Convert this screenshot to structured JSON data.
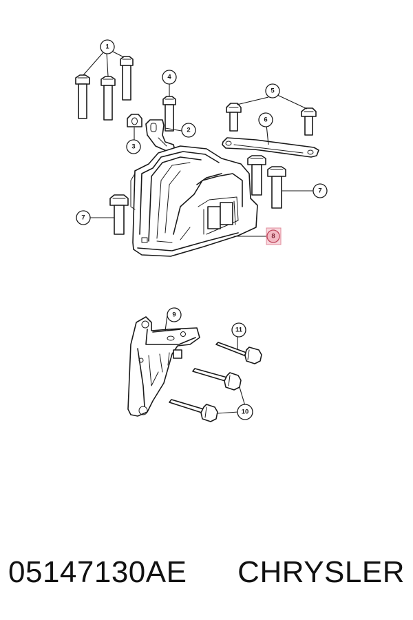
{
  "diagram": {
    "callouts": [
      {
        "id": "1",
        "label": "1"
      },
      {
        "id": "2",
        "label": "2"
      },
      {
        "id": "3",
        "label": "3"
      },
      {
        "id": "4",
        "label": "4"
      },
      {
        "id": "5",
        "label": "5"
      },
      {
        "id": "6",
        "label": "6"
      },
      {
        "id": "7a",
        "label": "7"
      },
      {
        "id": "7b",
        "label": "7"
      },
      {
        "id": "8",
        "label": "8",
        "highlighted": true
      },
      {
        "id": "9",
        "label": "9"
      },
      {
        "id": "10",
        "label": "10"
      },
      {
        "id": "11",
        "label": "11"
      }
    ],
    "highlight_color": "#f2b9c3"
  },
  "footer": {
    "part_number": "05147130AE",
    "brand": "CHRYSLER"
  }
}
